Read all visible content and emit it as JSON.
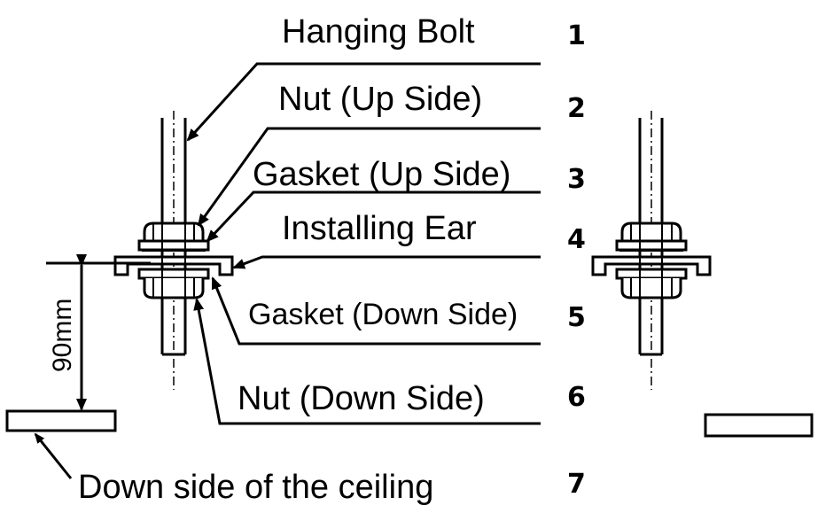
{
  "labels": [
    {
      "text": "Hanging Bolt",
      "number": "1"
    },
    {
      "text": "Nut (Up Side)",
      "number": "2"
    },
    {
      "text": "Gasket (Up Side)",
      "number": "3"
    },
    {
      "text": "Installing Ear",
      "number": "4"
    },
    {
      "text": "Gasket (Down Side)",
      "number": "5"
    },
    {
      "text": "Nut (Down Side)",
      "number": "6"
    },
    {
      "text": "Down side of the ceiling",
      "number": "7"
    }
  ],
  "dimension": "90mm",
  "colors": {
    "line": "#000000",
    "background": "#ffffff"
  }
}
